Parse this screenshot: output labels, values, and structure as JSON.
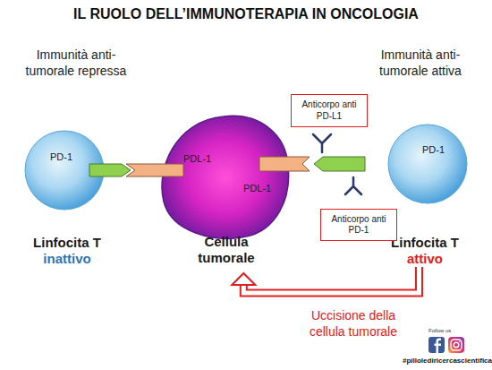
{
  "diagram": {
    "title": "IL RUOLO DELL’IMMUNOTERAPIA IN ONCOLOGIA",
    "nodes": [
      {
        "text": [
          "Anticorpo anti PD-L1"
        ]
      },
      {
        "text": [
          "PD-1",
          "Linfocita T",
          "inattivo"
        ]
      },
      {
        "text": [
          "PDL-1",
          "PDL-1",
          "Cellula tumorale"
        ]
      },
      {
        "text": [
          "PD-1",
          "Linfocita T",
          "attivo"
        ]
      },
      {
        "text": [
          "Anticorpo anti PD-1"
        ]
      }
    ],
    "edges": [
      {
        "from": 3,
        "to": 2,
        "arrow": "to",
        "label": "Uccisione della cellula tumorale"
      }
    ],
    "labels": [
      "Immunità anti-tumorale repressa",
      "Immunità anti-tumorale attiva",
      "Follow us",
      "#pillolediricercascientifica"
    ]
  }
}
